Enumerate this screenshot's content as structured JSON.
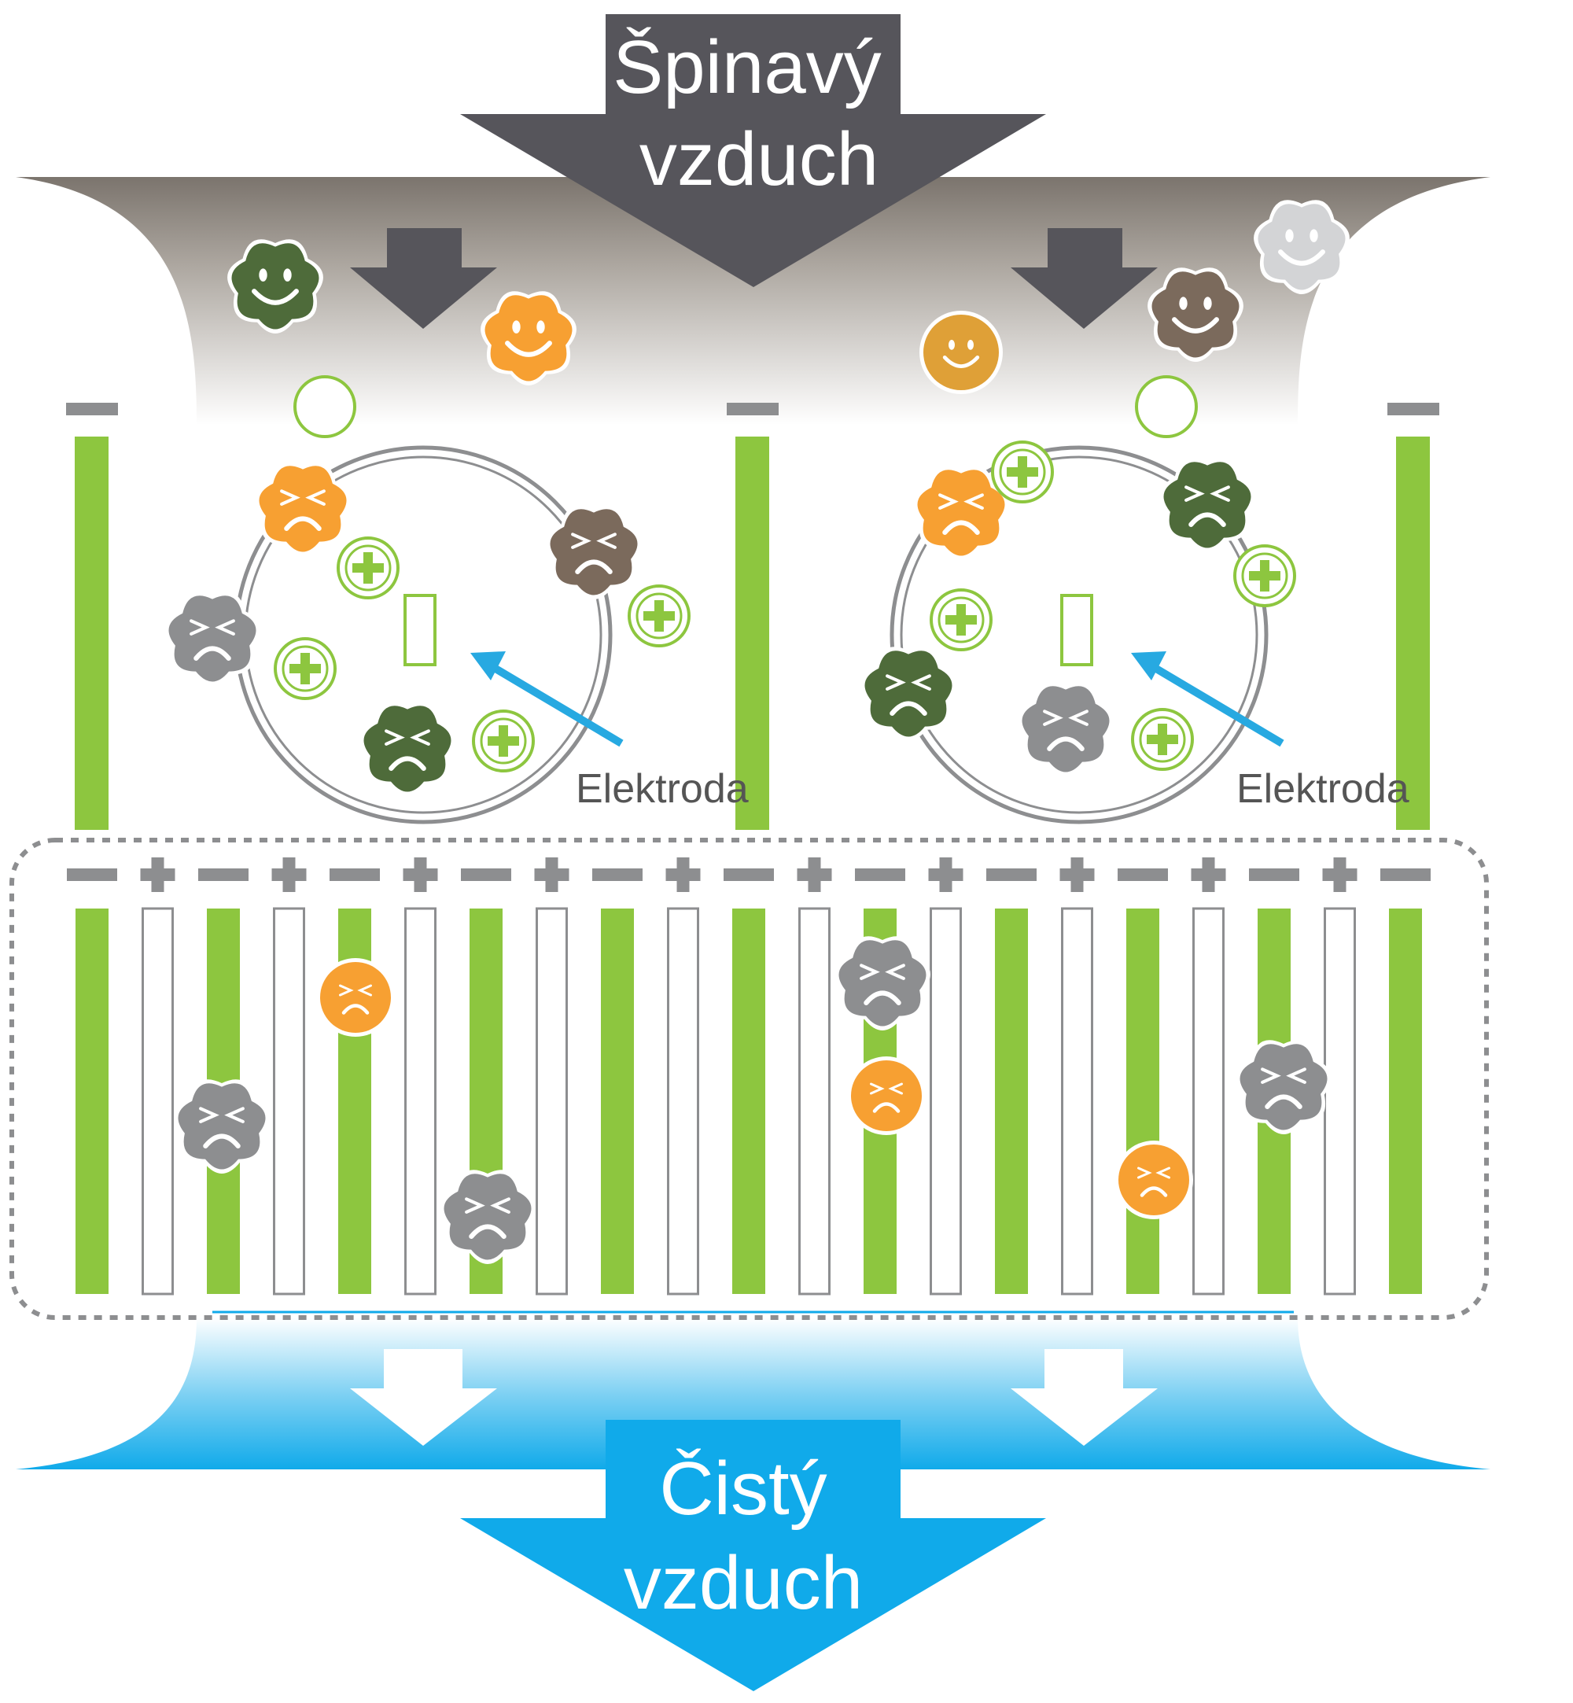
{
  "title_in_line1": "Špinavý",
  "title_in_line2": "vzduch",
  "title_out_line1": "Čistý",
  "title_out_line2": "vzduch",
  "electrode_label_left": "Elektroda",
  "electrode_label_right": "Elektroda",
  "colors": {
    "dark_arrow": "#56555b",
    "blue_arrow": "#10aaea",
    "plate_green": "#8dc63f",
    "particle_dark_green": "#4e6b3a",
    "particle_orange": "#f7a032",
    "particle_brown": "#7b6a5c",
    "particle_gray": "#8d8e90",
    "particle_light_gray": "#d3d4d6",
    "particle_gold": "#dfa037",
    "pointer_blue": "#27a9e1"
  }
}
